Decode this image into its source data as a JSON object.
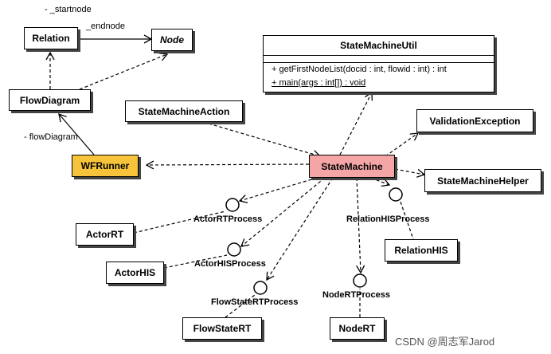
{
  "classes": {
    "relation": "Relation",
    "node": "Node",
    "flow_diagram": "FlowDiagram",
    "state_machine_action": "StateMachineAction",
    "wf_runner": "WFRunner",
    "state_machine": "StateMachine",
    "validation_exception": "ValidationException",
    "state_machine_helper": "StateMachineHelper",
    "actor_rt": "ActorRT",
    "actor_his": "ActorHIS",
    "flow_state_rt": "FlowStateRT",
    "node_rt": "NodeRT",
    "relation_his": "RelationHIS"
  },
  "util_class": {
    "name": "StateMachineUtil",
    "operations": [
      "+ getFirstNodeList(docid : int, flowid : int) : int",
      "+ main(args : int[]) : void"
    ]
  },
  "interfaces": {
    "actor_rt_process": "ActorRTProcess",
    "actor_his_process": "ActorHISProcess",
    "flow_state_rt_process": "FlowStateRTProcess",
    "node_rt_process": "NodeRTProcess",
    "relation_his_process": "RelationHISProcess"
  },
  "role_labels": {
    "startnode": "- _startnode",
    "endnode": "_endnode",
    "flow_diagram": "- flowDiagram"
  },
  "watermark": "CSDN @周志军Jarod",
  "colors": {
    "wf_runner_fill": "#f6c33a",
    "state_machine_fill": "#f4a6a6"
  }
}
